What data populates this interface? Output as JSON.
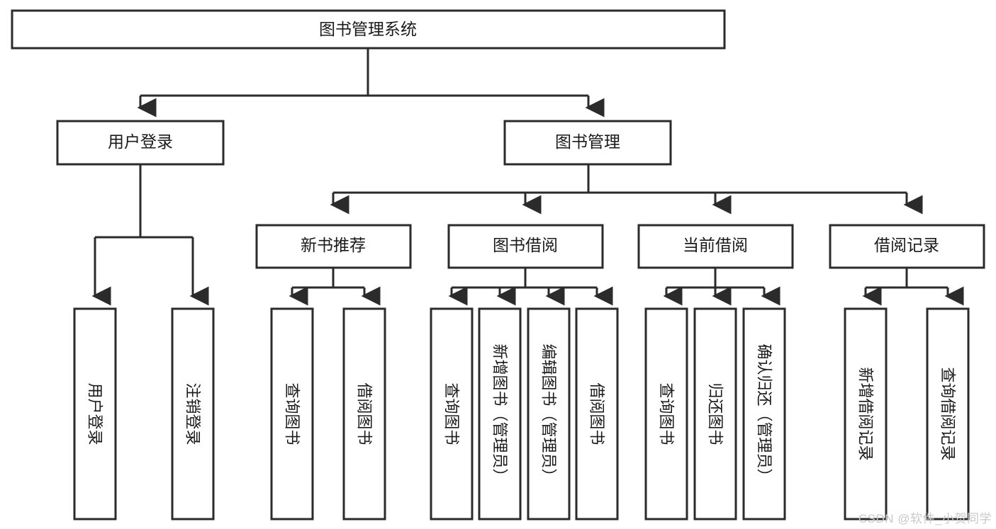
{
  "diagram": {
    "type": "tree",
    "title": "图书管理系统",
    "orientation": "top-down",
    "colors": {
      "box_stroke": "#2b2b2b",
      "box_fill": "#ffffff",
      "line": "#2b2b2b",
      "text": "#1a1a1a",
      "watermark": "#c9c9c9"
    },
    "root": {
      "label": "图书管理系统"
    },
    "level2": [
      {
        "label": "用户登录"
      },
      {
        "label": "图书管理"
      }
    ],
    "level3": [
      {
        "label": "新书推荐"
      },
      {
        "label": "图书借阅"
      },
      {
        "label": "当前借阅"
      },
      {
        "label": "借阅记录"
      }
    ],
    "leaves": {
      "user_login": [
        {
          "label": "用户登录"
        },
        {
          "label": "注销登录"
        }
      ],
      "new_book_recommend": [
        {
          "label": "查询图书"
        },
        {
          "label": "借阅图书"
        }
      ],
      "book_borrow": [
        {
          "label": "查询图书"
        },
        {
          "label": "新增图书（管理员）"
        },
        {
          "label": "编辑图书（管理员）"
        },
        {
          "label": "借阅图书"
        }
      ],
      "current_borrow": [
        {
          "label": "查询图书"
        },
        {
          "label": "归还图书"
        },
        {
          "label": "确认归还（管理员）"
        }
      ],
      "borrow_record": [
        {
          "label": "新增借阅记录"
        },
        {
          "label": "查询借阅记录"
        }
      ]
    }
  },
  "watermark": {
    "text": "CSDN @软件_小贺同学"
  }
}
